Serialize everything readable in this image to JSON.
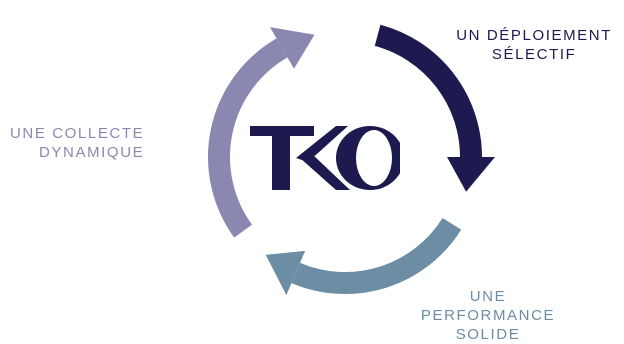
{
  "cycle": {
    "steps": [
      {
        "lines": [
          "UN DÉPLOIEMENT",
          "SÉLECTIF"
        ],
        "color": "#1c1a4e"
      },
      {
        "lines": [
          "UNE",
          "PERFORMANCE",
          "SOLIDE"
        ],
        "color": "#6c8da3"
      },
      {
        "lines": [
          "UNE COLLECTE",
          "DYNAMIQUE"
        ],
        "color": "#8a88b0"
      }
    ]
  },
  "logo": {
    "text": "TKO",
    "color": "#1c1a4e"
  }
}
